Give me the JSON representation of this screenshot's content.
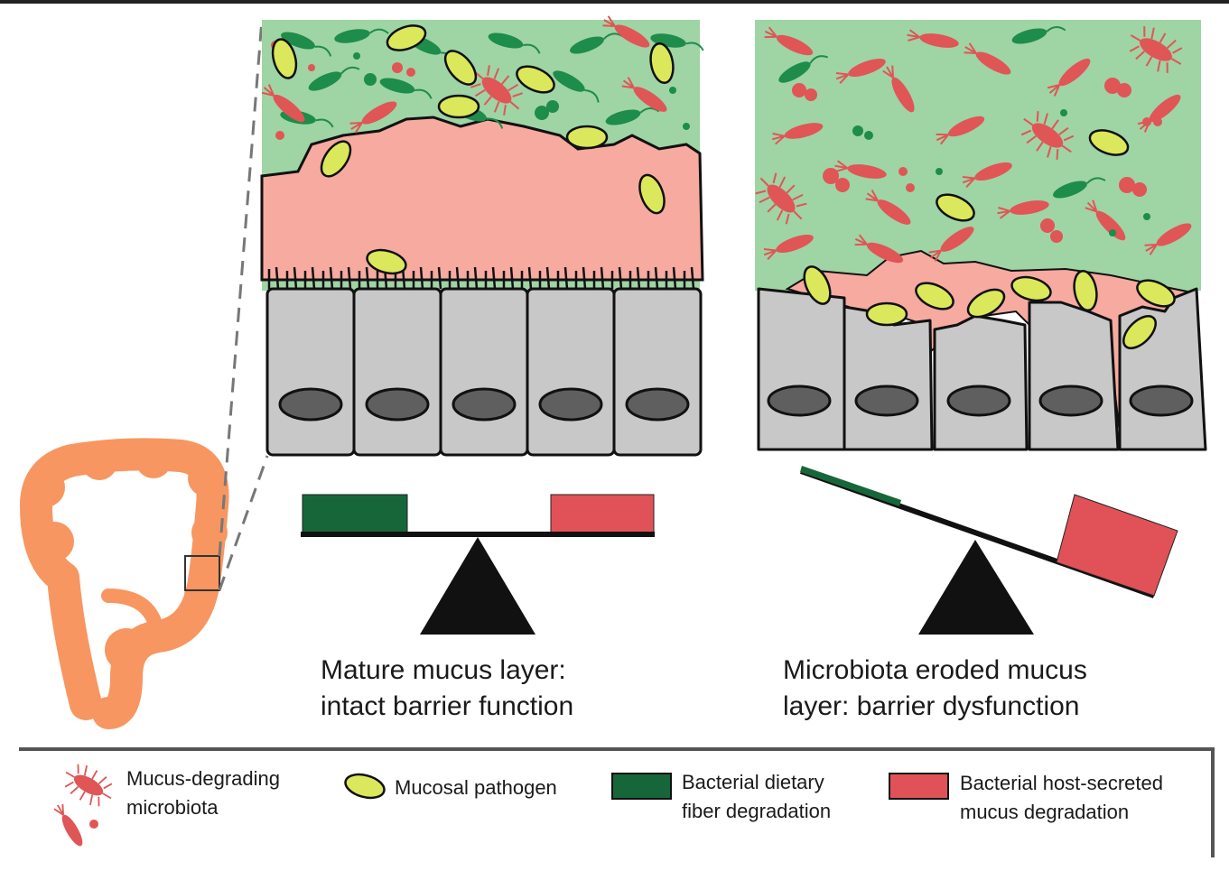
{
  "captions": {
    "left_line1": "Mature mucus layer:",
    "left_line2": "intact barrier function",
    "right_line1": "Microbiota eroded mucus",
    "right_line2": "layer: barrier dysfunction"
  },
  "legend": {
    "mucus_degrading_line1": "Mucus-degrading",
    "mucus_degrading_line2": "microbiota",
    "pathogen": "Mucosal pathogen",
    "fiber_line1": "Bacterial dietary",
    "fiber_line2": "fiber degradation",
    "mucus_line1": "Bacterial host-secreted",
    "mucus_line2": "mucus degradation"
  },
  "colors": {
    "lumen_green": "#9fd4a5",
    "mucus_pink": "#f7aaa0",
    "cell_gray": "#c8c8c8",
    "nucleus_gray": "#5f5f5f",
    "fiber_bacteria": "#1e8c4a",
    "fiber_bar": "#17663a",
    "mucus_bacteria": "#e05555",
    "mucus_bar": "#e05258",
    "pathogen_yellow": "#dbe85c",
    "colon_orange": "#f79661"
  }
}
